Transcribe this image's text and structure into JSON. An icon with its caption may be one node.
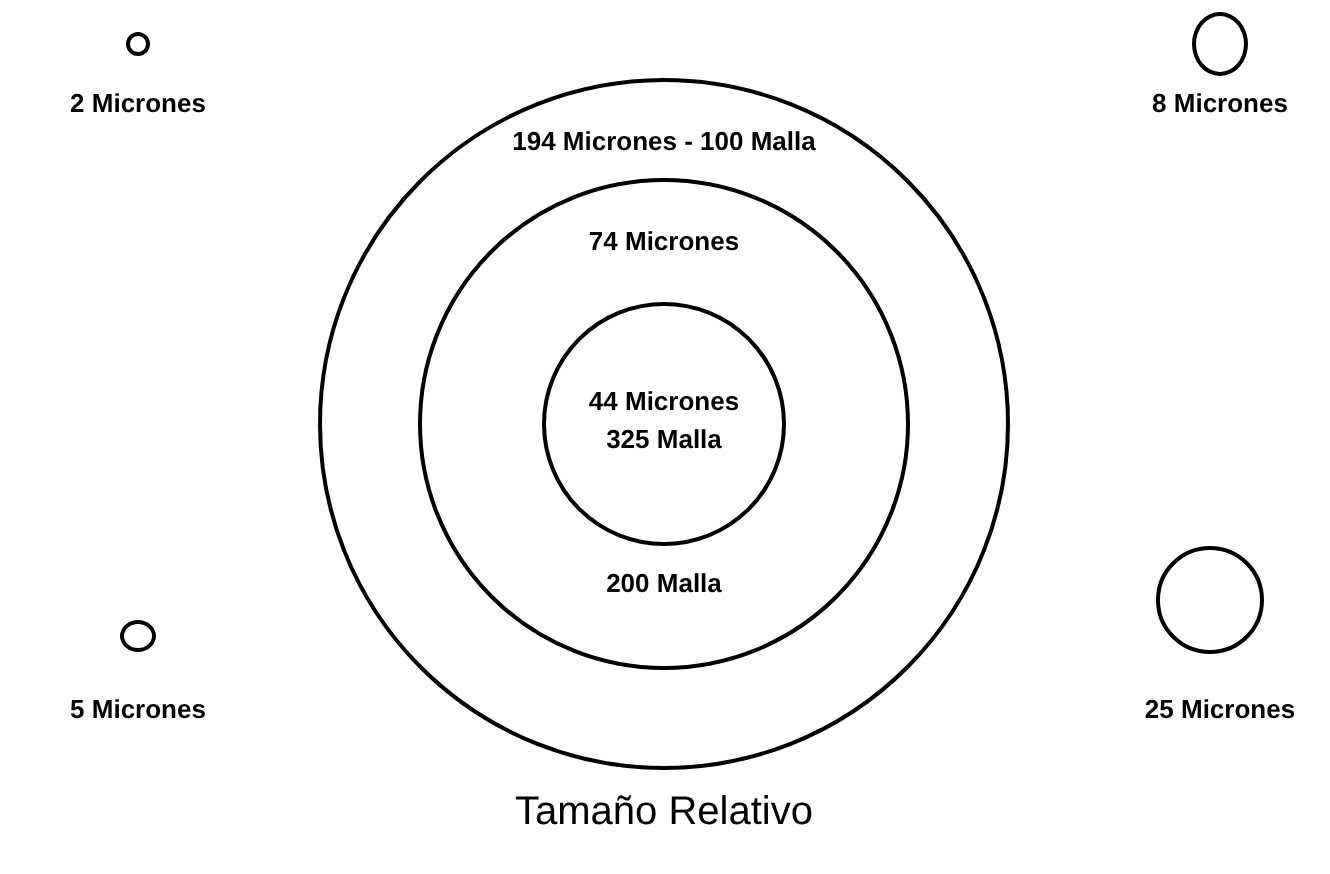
{
  "diagram": {
    "caption": "Tamaño Relativo",
    "nodes": [
      {
        "text": [
          "194 Micrones - 100 Malla"
        ]
      },
      {
        "text": [
          "74 Micrones",
          "200 Malla"
        ],
        "in": 0
      },
      {
        "text": [
          "44 Micrones 325 Malla"
        ],
        "in": 1
      },
      {
        "text": [],
        "shape": "circle",
        "beside": [
          "2 Micrones"
        ]
      },
      {
        "text": [],
        "shape": "circle",
        "beside": [
          "8 Micrones"
        ]
      },
      {
        "text": [],
        "shape": "circle",
        "beside": [
          "5 Micrones"
        ]
      },
      {
        "text": [],
        "shape": "circle",
        "beside": [
          "25 Micrones"
        ]
      }
    ]
  }
}
